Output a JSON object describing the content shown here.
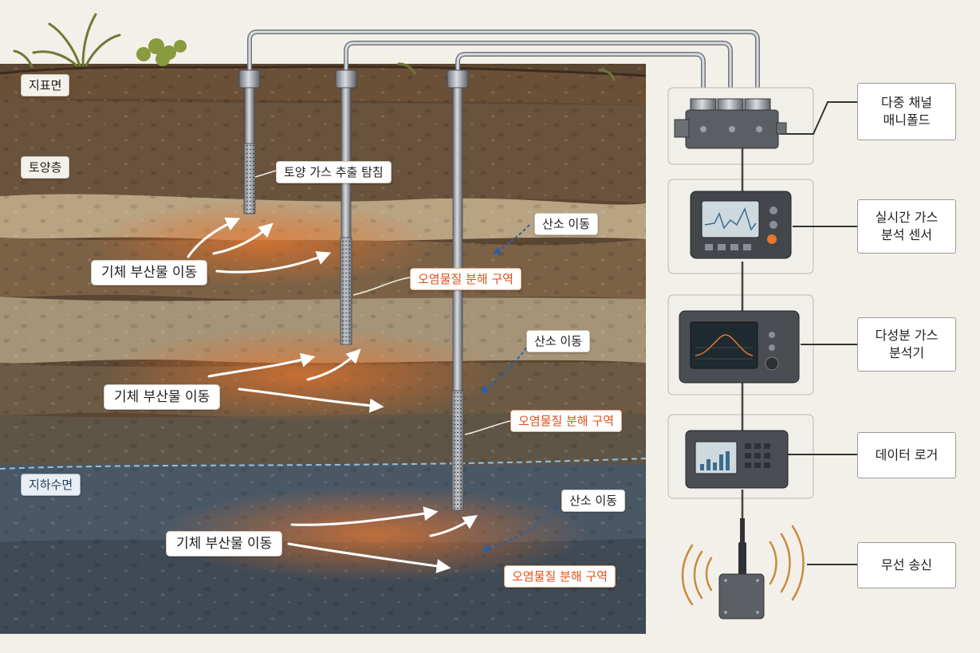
{
  "layers": {
    "surface": "지표면",
    "soil": "토양층",
    "water_table": "지하수면"
  },
  "probe_label": "토양 가스 추출 탐침",
  "gas_migration": [
    "기체 부산물 이동",
    "기체 부산물 이동",
    "기체 부산물 이동"
  ],
  "degradation_zones": [
    "오염물질 분해 구역",
    "오염물질 분해 구역",
    "오염물질 분해 구역"
  ],
  "oxygen_migration": [
    "산소 이동",
    "산소 이동",
    "산소 이동"
  ],
  "equipment": [
    {
      "id": "manifold",
      "label": "다중 채널\n매니폴드"
    },
    {
      "id": "sensor",
      "label": "실시간 가스\n분석 센서"
    },
    {
      "id": "analyzer",
      "label": "다성분 가스\n분석기"
    },
    {
      "id": "logger",
      "label": "데이터 로거"
    },
    {
      "id": "wireless",
      "label": "무선 송신"
    }
  ],
  "colors": {
    "degradation_glow": "#e8762c",
    "oxygen_arrow": "#2a5fa8",
    "gas_arrow": "#ffffff",
    "water_table_line": "#8fc3e6"
  }
}
